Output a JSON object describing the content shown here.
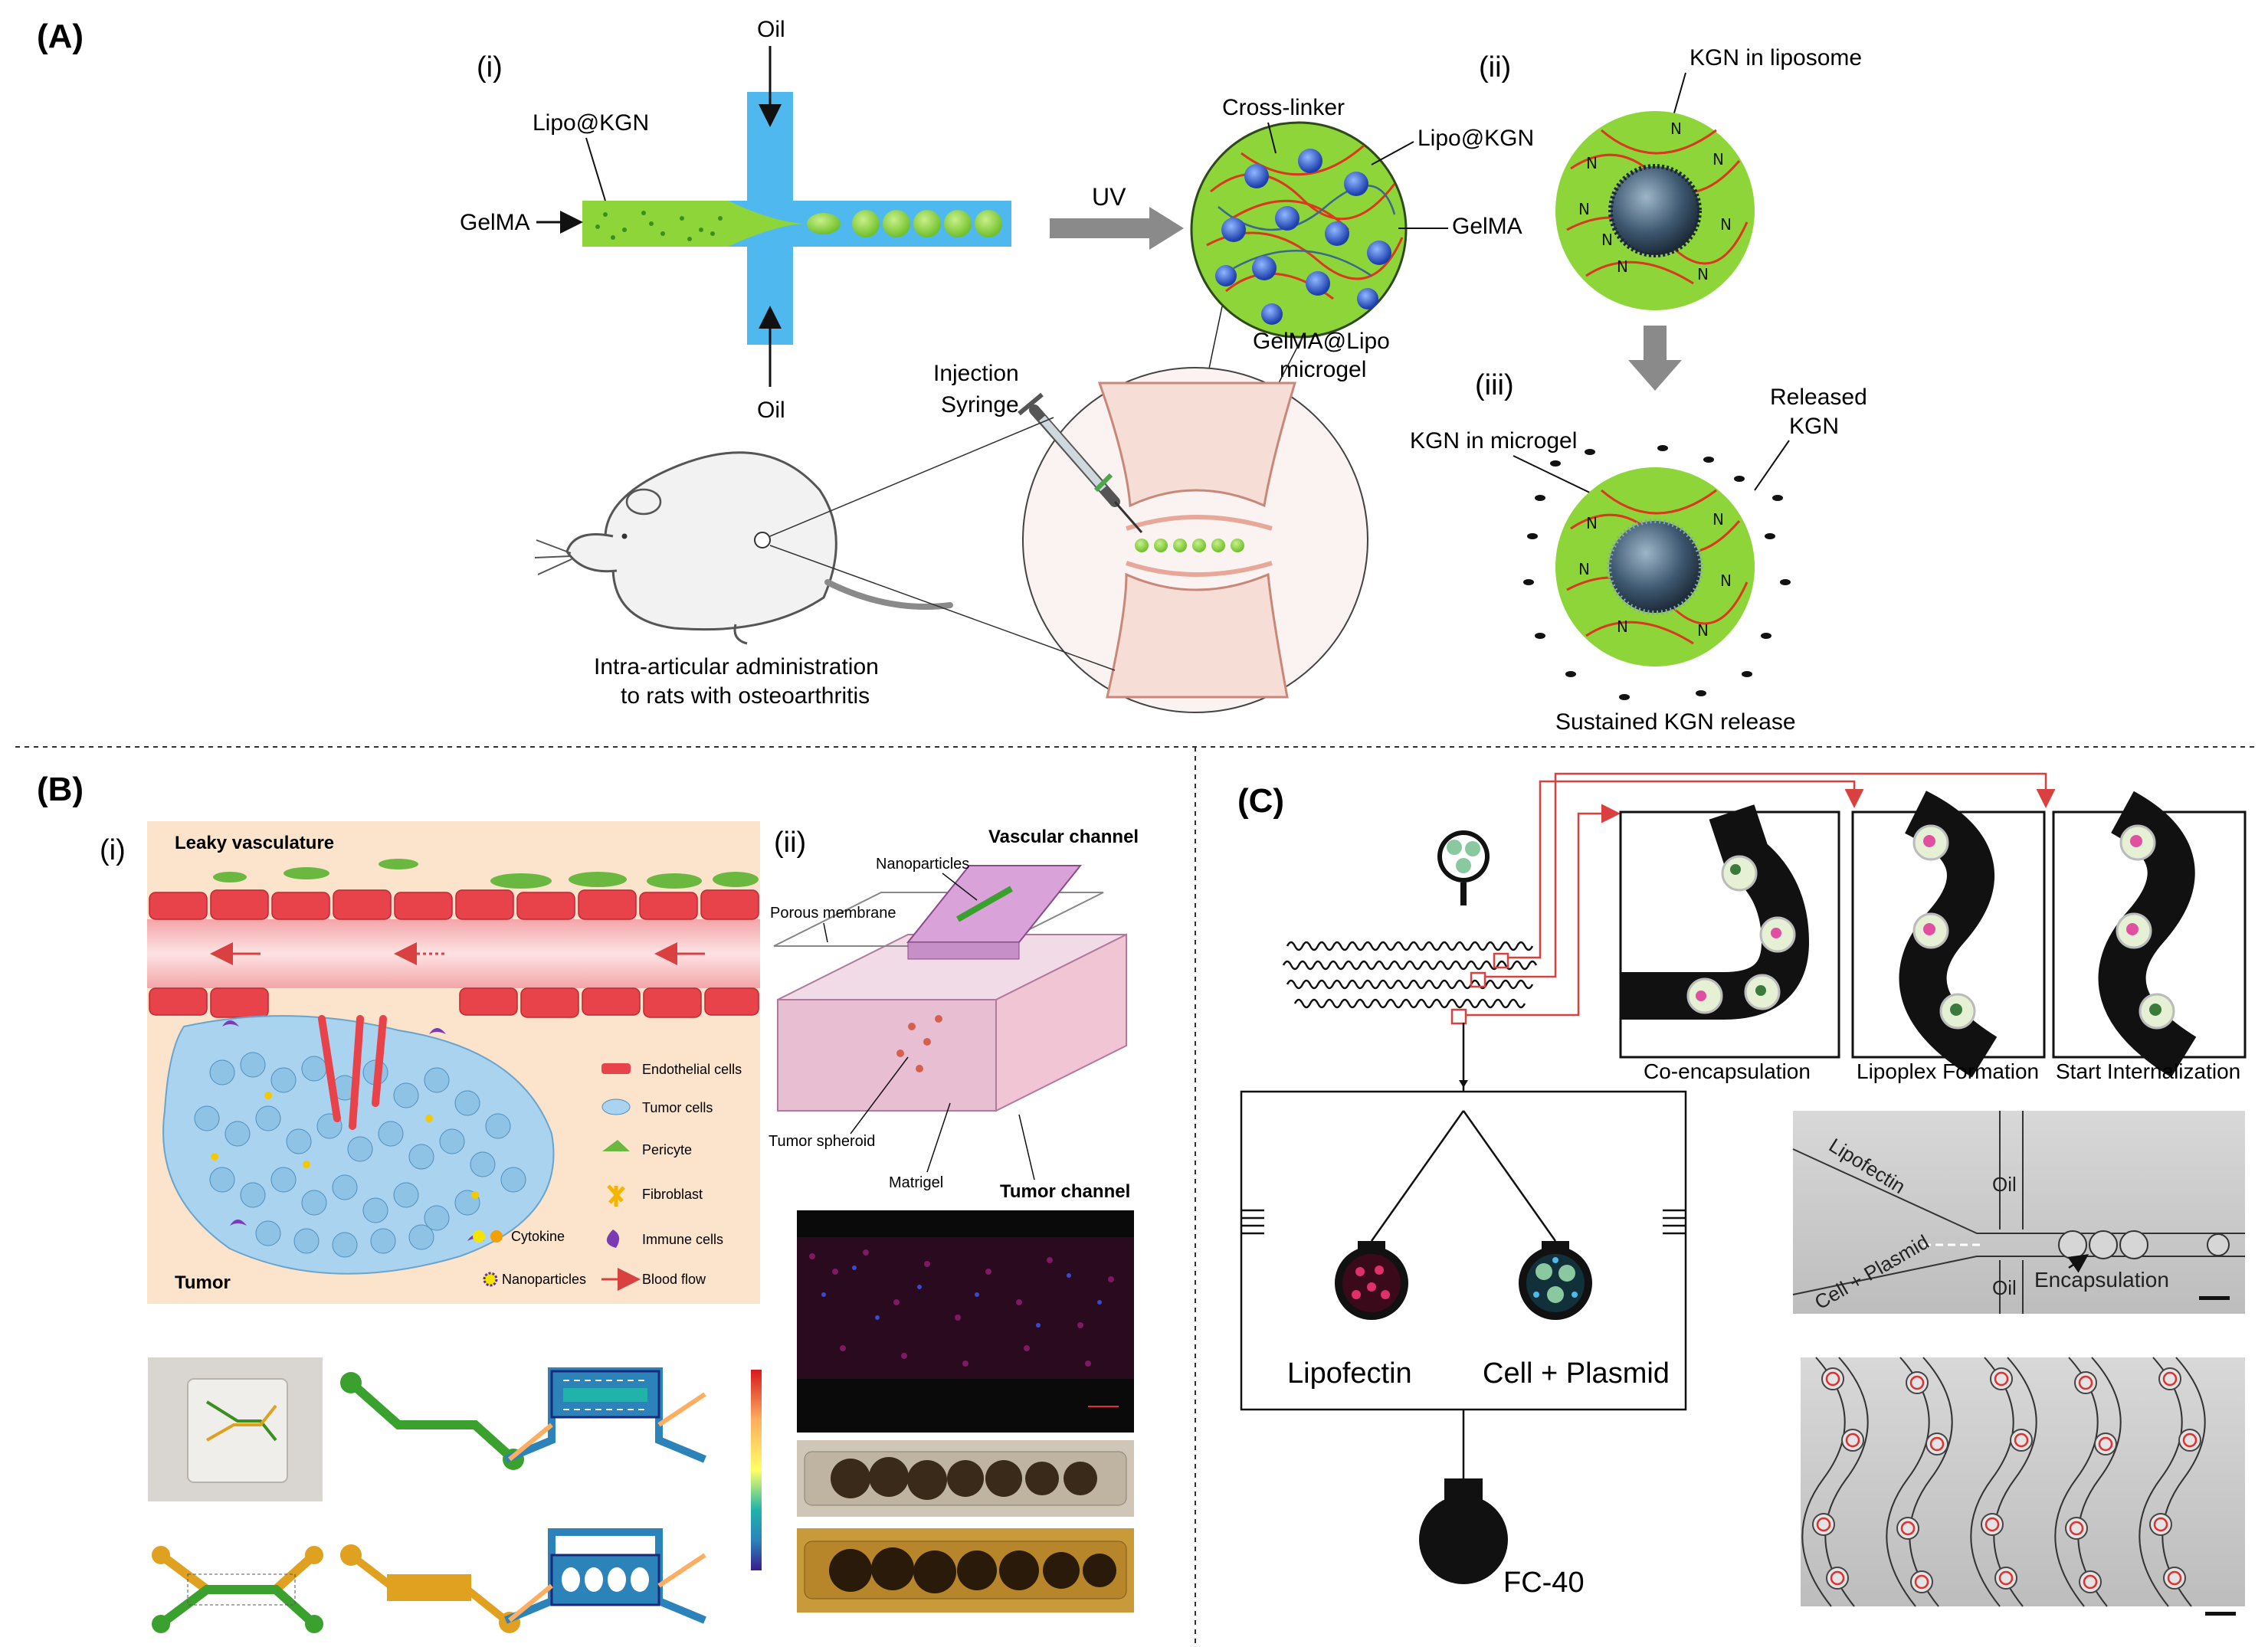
{
  "panels": {
    "a": {
      "label": "(A)",
      "sub_i": "(i)",
      "sub_ii": "(ii)",
      "sub_iii": "(iii)",
      "oil_top": "Oil",
      "oil_bottom": "Oil",
      "lipo_kgn": "Lipo@KGN",
      "gelma": "GelMA",
      "uv": "UV",
      "cross_linker": "Cross-linker",
      "lipo_kgn_right": "Lipo@KGN",
      "gelma_right": "GelMA",
      "microgel_line1": "GelMA@Lipo",
      "microgel_line2": "microgel",
      "injection": "Injection",
      "syringe": "Syringe",
      "admin_line1": "Intra-articular administration",
      "admin_line2": "to rats with osteoarthritis",
      "kgn_in_liposome": "KGN in liposome",
      "released_line1": "Released",
      "released_line2": "KGN",
      "kgn_in_microgel": "KGN in microgel",
      "sustained": "Sustained KGN release"
    },
    "b": {
      "label": "(B)",
      "sub_i": "(i)",
      "sub_ii": "(ii)",
      "leaky": "Leaky vasculature",
      "tumor": "Tumor",
      "legend": {
        "endothelial": "Endothelial cells",
        "tumor_cells": "Tumor cells",
        "pericyte": "Pericyte",
        "fibroblast": "Fibroblast",
        "cytokine": "Cytokine",
        "immune": "Immune cells",
        "nanoparticles": "Nanoparticles",
        "blood_flow": "Blood flow"
      },
      "vascular_channel": "Vascular channel",
      "nanoparticles": "Nanoparticles",
      "porous_membrane": "Porous membrane",
      "tumor_spheroid": "Tumor spheroid",
      "matrigel": "Matrigel",
      "tumor_channel": "Tumor channel"
    },
    "c": {
      "label": "(C)",
      "co_encapsulation": "Co-encapsulation",
      "lipoplex": "Lipoplex Formation",
      "internalization": "Start Internalization",
      "lipofectin": "Lipofectin",
      "cell_plasmid": "Cell + Plasmid",
      "fc40": "FC-40",
      "micro_lipofectin": "Lipofectin",
      "micro_oil_top": "Oil",
      "micro_oil_bottom": "Oil",
      "micro_cell_plasmid": "Cell + Plasmid",
      "micro_encapsulation": "Encapsulation"
    }
  },
  "colors": {
    "gel_green": "#8ed53a",
    "channel_blue": "#4fb8ee",
    "vessel_red": "#e8434a",
    "tumor_blue": "#a9d3ee",
    "panel_peach": "#fbe3cc",
    "flow_arrow": "#d94040",
    "lipid_blue": "#3a6fd8"
  },
  "icons": {
    "uv_arrow": "gray-right-arrow-icon",
    "release_arrow": "gray-down-arrow-icon",
    "rat": "rat-illustration",
    "syringe": "syringe-icon"
  }
}
